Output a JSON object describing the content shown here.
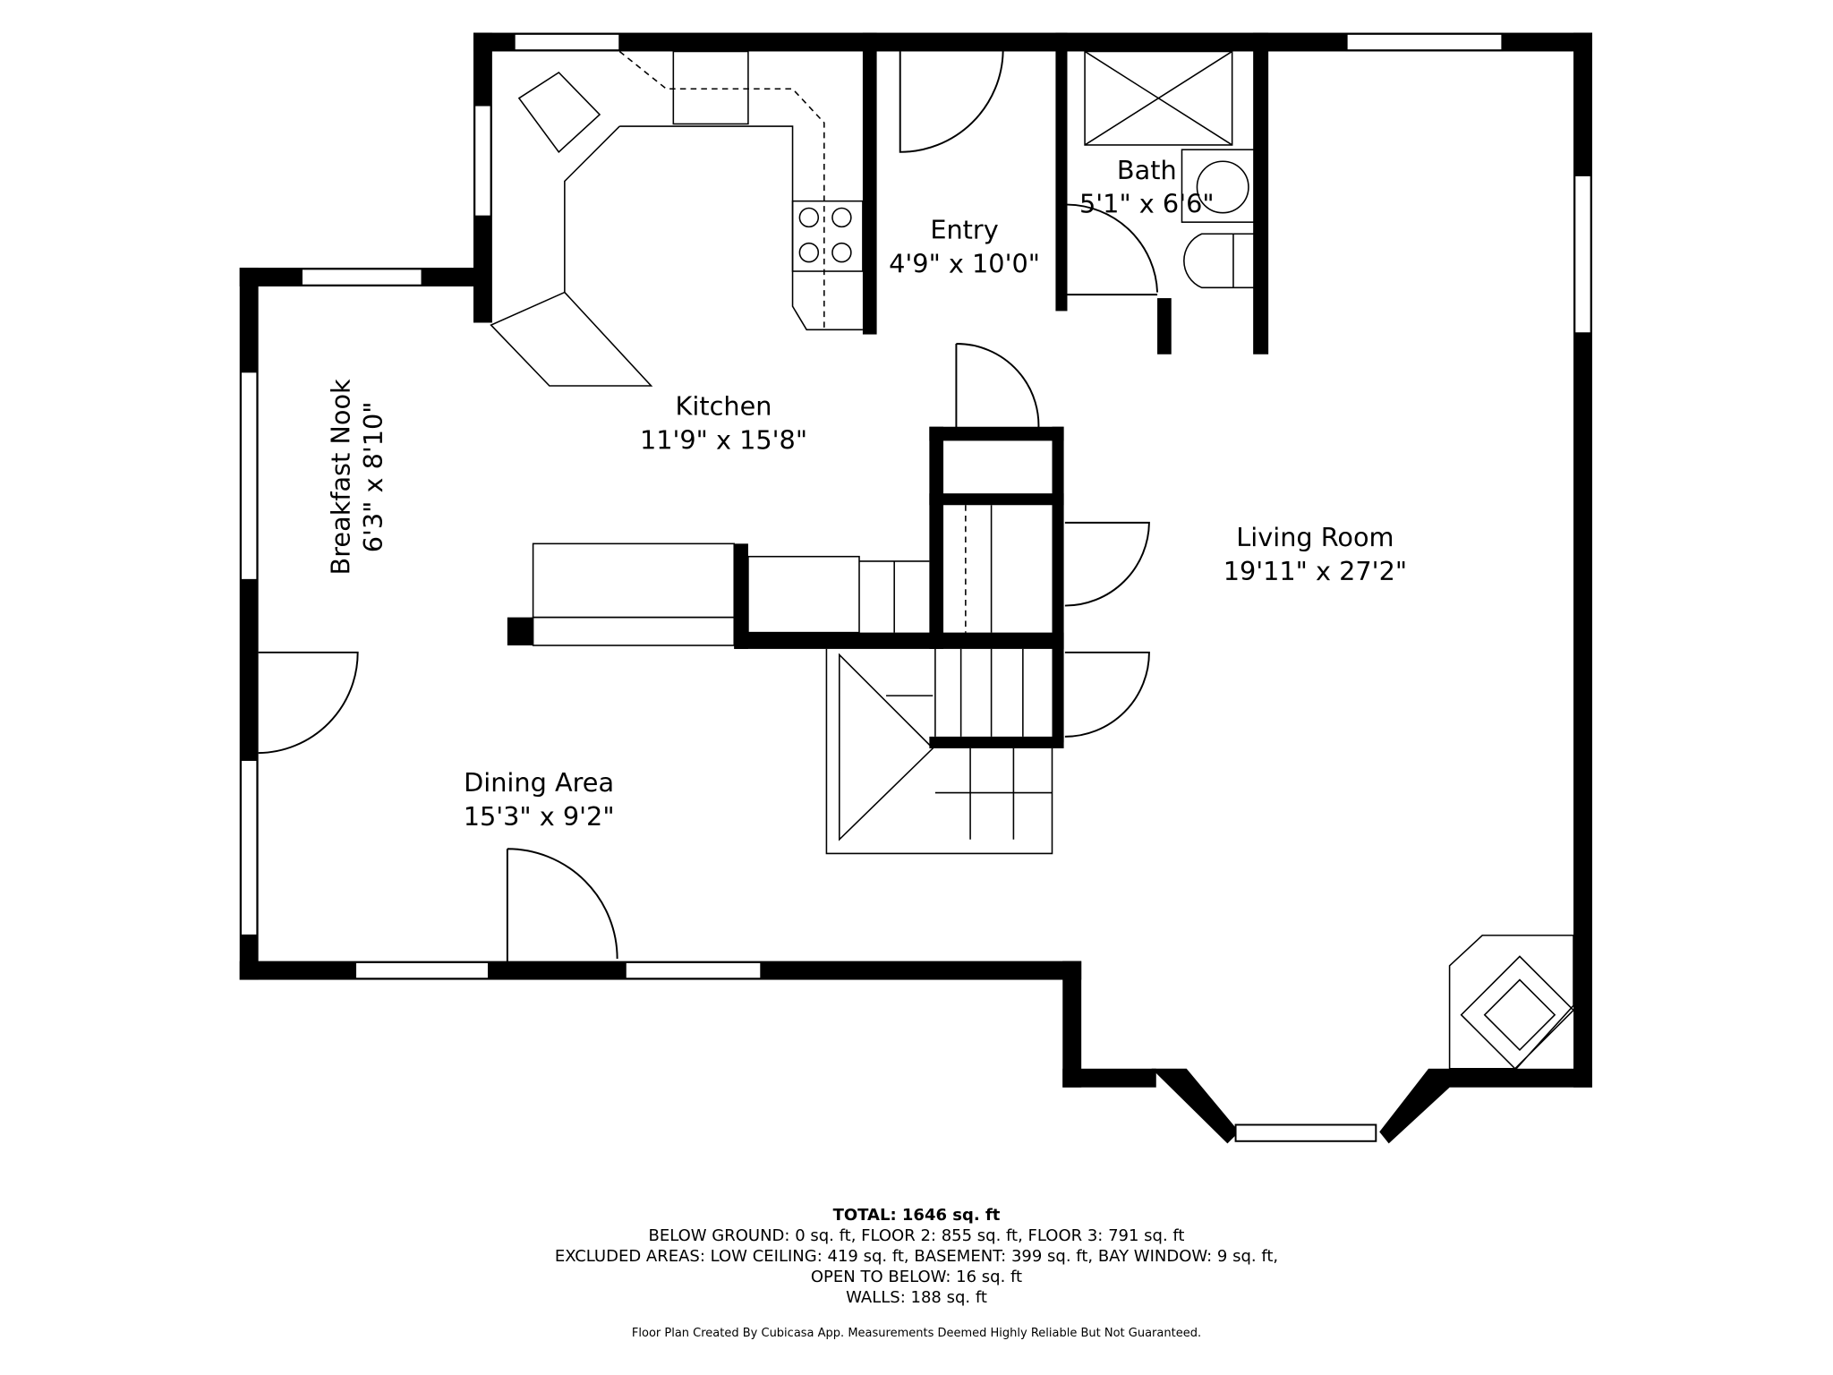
{
  "rooms": {
    "bath": {
      "name": "Bath",
      "size": "5'1\" x 6'6\""
    },
    "entry": {
      "name": "Entry",
      "size": "4'9\" x 10'0\""
    },
    "kitchen": {
      "name": "Kitchen",
      "size": "11'9\" x 15'8\""
    },
    "breakfast_nook": {
      "name": "Breakfast Nook",
      "size": "6'3\" x 8'10\""
    },
    "living_room": {
      "name": "Living Room",
      "size": "19'11\" x 27'2\""
    },
    "dining_area": {
      "name": "Dining Area",
      "size": "15'3\" x 9'2\""
    }
  },
  "summary": {
    "total": "TOTAL: 1646 sq. ft",
    "line1": "BELOW GROUND: 0 sq. ft, FLOOR 2: 855 sq. ft, FLOOR 3: 791 sq. ft",
    "line2": "EXCLUDED AREAS: LOW CEILING: 419 sq. ft, BASEMENT: 399 sq. ft, BAY WINDOW: 9 sq. ft,",
    "line3": "OPEN TO BELOW: 16 sq. ft",
    "line4": "WALLS: 188 sq. ft",
    "credit": "Floor Plan Created By Cubicasa App. Measurements Deemed Highly Reliable But Not Guaranteed."
  },
  "colors": {
    "wall": "#000000",
    "background": "#ffffff"
  }
}
